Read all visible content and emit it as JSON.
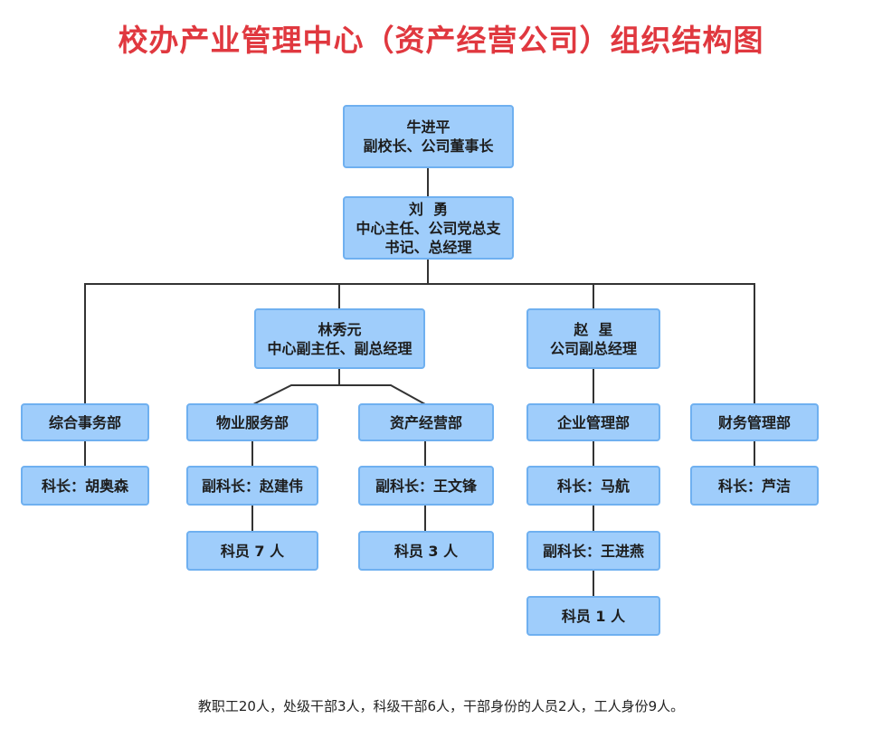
{
  "title": "校办产业管理中心（资产经营公司）组织结构图",
  "colors": {
    "title": "#e0383f",
    "box_fill": "#9fcdfb",
    "box_border": "#6fb0f0",
    "line": "#333333"
  },
  "nodes": {
    "n1": [
      "牛进平",
      "副校长、公司董事长"
    ],
    "n2": [
      "刘  勇",
      "中心主任、公司党总支",
      "书记、总经理"
    ],
    "n3": [
      "林秀元",
      "中心副主任、副总经理"
    ],
    "n4": [
      "赵  星",
      "公司副总经理"
    ],
    "d1": [
      "综合事务部"
    ],
    "d2": [
      "物业服务部"
    ],
    "d3": [
      "资产经营部"
    ],
    "d4": [
      "企业管理部"
    ],
    "d5": [
      "财务管理部"
    ],
    "d1a": [
      "科长：胡奥森"
    ],
    "d2a": [
      "副科长：赵建伟"
    ],
    "d2b": [
      "科员 7 人"
    ],
    "d3a": [
      "副科长：王文锋"
    ],
    "d3b": [
      "科员 3 人"
    ],
    "d4a": [
      "科长：马航"
    ],
    "d4b": [
      "副科长：王进燕"
    ],
    "d4c": [
      "科员 1 人"
    ],
    "d5a": [
      "科长：芦洁"
    ]
  },
  "footer": "教职工20人，处级干部3人，科级干部6人，干部身份的人员2人，工人身份9人。"
}
